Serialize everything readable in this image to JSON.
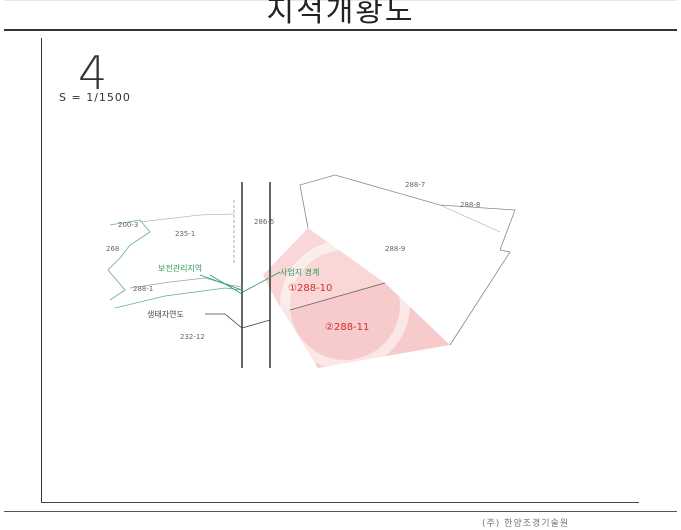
{
  "document": {
    "title": "지적개황도",
    "sheet_number": "4",
    "scale": "S = 1/1500",
    "footer": "(주) 한양조경기술원"
  },
  "map": {
    "parcels": {
      "p200_3": "200-3",
      "p235_1": "235-1",
      "p268": "268",
      "p288_1": "288-1",
      "p286_5": "286-5",
      "p288_7": "288-7",
      "p288_8": "288-8",
      "p288_9": "288-9",
      "p232_12": "232-12"
    },
    "highlighted": {
      "lot1": "①288-10",
      "lot2": "②288-11"
    },
    "annotations": {
      "management_area": "보전관리지역",
      "project_site": "사업지 경계",
      "planning_boundary": "생태자연도"
    },
    "colors": {
      "highlight_fill": "#f6c6c6",
      "highlight_text": "#d03030",
      "annotation_green": "#2a9a5a"
    }
  }
}
